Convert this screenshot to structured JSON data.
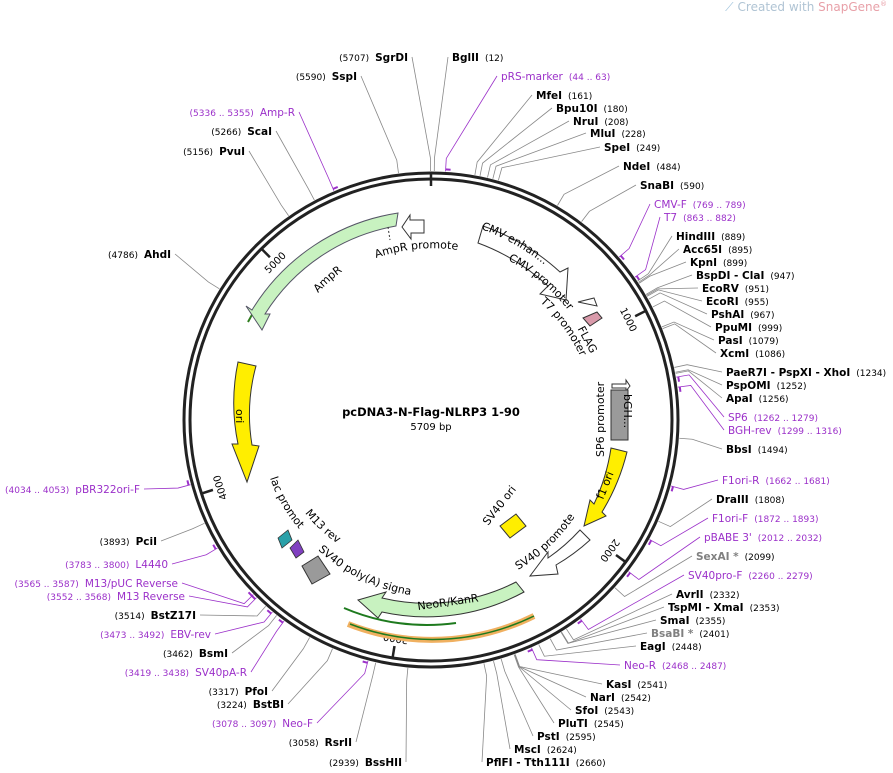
{
  "brand": {
    "prefix": "Created with ",
    "name": "SnapGene",
    "mark": "®"
  },
  "plasmid": {
    "name": "pcDNA3-N-Flag-NLRP3 1-90",
    "length_label": "5709 bp",
    "total_bp": 5709
  },
  "colors": {
    "enzyme": "#000000",
    "enzyme_gray": "#808080",
    "primer": "#9b30c9",
    "backbone": "#222222",
    "ampr_fill": "#c8f2c0",
    "ampr_line": "#2e7d1e",
    "ori_fill": "#ffee00",
    "neo_highlight": "#f0b060",
    "neo_line": "#1e7a1e",
    "promoter_fill": "#ffffff",
    "bgh_fill": "#9a9a9a",
    "sv40pa_fill": "#9a9a9a",
    "flag_fill": "#d99aaa",
    "lac_fill": "#2aa0a8",
    "m13_fill": "#8040c0"
  },
  "ticks": [
    {
      "label": "1000",
      "bp": 1000
    },
    {
      "label": "2000",
      "bp": 2000
    },
    {
      "label": "3000",
      "bp": 3000
    },
    {
      "label": "4000",
      "bp": 4000
    },
    {
      "label": "5000",
      "bp": 5000
    }
  ],
  "features": [
    {
      "label": "AmpR promoter"
    },
    {
      "label": "AmpR"
    },
    {
      "label": "ori"
    },
    {
      "label": "CMV enhan..."
    },
    {
      "label": "CMV promoter"
    },
    {
      "label": "T7 promoter"
    },
    {
      "label": "FLAG"
    },
    {
      "label": "SP6 promoter"
    },
    {
      "label": "bGH..."
    },
    {
      "label": "f1 ori"
    },
    {
      "label": "SV40 promoter"
    },
    {
      "label": "SV40 ori"
    },
    {
      "label": "NeoR/KanR"
    },
    {
      "label": "SV40 poly(A) signal"
    },
    {
      "label": "M13 rev"
    },
    {
      "label": "lac promoter"
    }
  ],
  "labels": [
    {
      "type": "enzyme",
      "name": "SgrDI",
      "pos": "(5707)",
      "bp": 5707
    },
    {
      "type": "enzyme",
      "name": "BglII",
      "pos": "(12)",
      "bp": 12
    },
    {
      "type": "primer",
      "name": "pRS-marker",
      "pos": "(44 .. 63)",
      "bp": 53
    },
    {
      "type": "enzyme",
      "name": "MfeI",
      "pos": "(161)",
      "bp": 161
    },
    {
      "type": "enzyme",
      "name": "Bpu10I",
      "pos": "(180)",
      "bp": 180
    },
    {
      "type": "enzyme",
      "name": "NruI",
      "pos": "(208)",
      "bp": 208
    },
    {
      "type": "enzyme",
      "name": "MluI",
      "pos": "(228)",
      "bp": 228
    },
    {
      "type": "enzyme",
      "name": "SpeI",
      "pos": "(249)",
      "bp": 249
    },
    {
      "type": "enzyme",
      "name": "NdeI",
      "pos": "(484)",
      "bp": 484
    },
    {
      "type": "enzyme",
      "name": "SnaBI",
      "pos": "(590)",
      "bp": 590
    },
    {
      "type": "primer",
      "name": "CMV-F",
      "pos": "(769 .. 789)",
      "bp": 779
    },
    {
      "type": "primer",
      "name": "T7",
      "pos": "(863 .. 882)",
      "bp": 872
    },
    {
      "type": "enzyme",
      "name": "HindIII",
      "pos": "(889)",
      "bp": 889
    },
    {
      "type": "enzyme",
      "name": "Acc65I",
      "pos": "(895)",
      "bp": 895
    },
    {
      "type": "enzyme",
      "name": "KpnI",
      "pos": "(899)",
      "bp": 899
    },
    {
      "type": "enzyme",
      "name": "BspDI - ClaI",
      "pos": "(947)",
      "bp": 947
    },
    {
      "type": "enzyme",
      "name": "EcoRV",
      "pos": "(951)",
      "bp": 951
    },
    {
      "type": "enzyme",
      "name": "EcoRI",
      "pos": "(955)",
      "bp": 955
    },
    {
      "type": "enzyme",
      "name": "PshAI",
      "pos": "(967)",
      "bp": 967
    },
    {
      "type": "enzyme",
      "name": "PpuMI",
      "pos": "(999)",
      "bp": 999
    },
    {
      "type": "enzyme",
      "name": "PasI",
      "pos": "(1079)",
      "bp": 1079
    },
    {
      "type": "enzyme",
      "name": "XcmI",
      "pos": "(1086)",
      "bp": 1086
    },
    {
      "type": "enzyme",
      "name": "PaeR7I - PspXI - XhoI",
      "pos": "(1234)",
      "bp": 1234
    },
    {
      "type": "enzyme",
      "name": "PspOMI",
      "pos": "(1252)",
      "bp": 1252
    },
    {
      "type": "enzyme",
      "name": "ApaI",
      "pos": "(1256)",
      "bp": 1256
    },
    {
      "type": "primer",
      "name": "SP6",
      "pos": "(1262 .. 1279)",
      "bp": 1270
    },
    {
      "type": "primer",
      "name": "BGH-rev",
      "pos": "(1299 .. 1316)",
      "bp": 1307
    },
    {
      "type": "enzyme",
      "name": "BbsI",
      "pos": "(1494)",
      "bp": 1494
    },
    {
      "type": "primer",
      "name": "F1ori-R",
      "pos": "(1662 .. 1681)",
      "bp": 1671
    },
    {
      "type": "enzyme",
      "name": "DraIII",
      "pos": "(1808)",
      "bp": 1808
    },
    {
      "type": "primer",
      "name": "F1ori-F",
      "pos": "(1872 .. 1893)",
      "bp": 1882
    },
    {
      "type": "primer",
      "name": "pBABE 3'",
      "pos": "(2012 .. 2032)",
      "bp": 2022
    },
    {
      "type": "enzyme_gray",
      "name": "SexAI *",
      "pos": "(2099)",
      "bp": 2099
    },
    {
      "type": "primer",
      "name": "SV40pro-F",
      "pos": "(2260 .. 2279)",
      "bp": 2269
    },
    {
      "type": "enzyme",
      "name": "AvrII",
      "pos": "(2332)",
      "bp": 2332
    },
    {
      "type": "enzyme",
      "name": "TspMI - XmaI",
      "pos": "(2353)",
      "bp": 2353
    },
    {
      "type": "enzyme",
      "name": "SmaI",
      "pos": "(2355)",
      "bp": 2355
    },
    {
      "type": "enzyme_gray",
      "name": "BsaBI *",
      "pos": "(2401)",
      "bp": 2401
    },
    {
      "type": "enzyme",
      "name": "EagI",
      "pos": "(2448)",
      "bp": 2448
    },
    {
      "type": "primer",
      "name": "Neo-R",
      "pos": "(2468 .. 2487)",
      "bp": 2477
    },
    {
      "type": "enzyme",
      "name": "KasI",
      "pos": "(2541)",
      "bp": 2541
    },
    {
      "type": "enzyme",
      "name": "NarI",
      "pos": "(2542)",
      "bp": 2542
    },
    {
      "type": "enzyme",
      "name": "SfoI",
      "pos": "(2543)",
      "bp": 2543
    },
    {
      "type": "enzyme",
      "name": "PluTI",
      "pos": "(2545)",
      "bp": 2545
    },
    {
      "type": "enzyme",
      "name": "PstI",
      "pos": "(2595)",
      "bp": 2595
    },
    {
      "type": "enzyme",
      "name": "MscI",
      "pos": "(2624)",
      "bp": 2624
    },
    {
      "type": "enzyme",
      "name": "PflFI - Tth111I",
      "pos": "(2660)",
      "bp": 2660
    },
    {
      "type": "enzyme",
      "name": "BssHII",
      "pos": "(2939)",
      "bp": 2939
    },
    {
      "type": "enzyme",
      "name": "RsrII",
      "pos": "(3058)",
      "bp": 3058
    },
    {
      "type": "primer",
      "name": "Neo-F",
      "pos": "(3078 .. 3097)",
      "bp": 3087
    },
    {
      "type": "enzyme",
      "name": "BstBI",
      "pos": "(3224)",
      "bp": 3224
    },
    {
      "type": "enzyme",
      "name": "PfoI",
      "pos": "(3317)",
      "bp": 3317
    },
    {
      "type": "primer",
      "name": "SV40pA-R",
      "pos": "(3419 .. 3438)",
      "bp": 3428
    },
    {
      "type": "enzyme",
      "name": "BsmI",
      "pos": "(3462)",
      "bp": 3462
    },
    {
      "type": "primer",
      "name": "EBV-rev",
      "pos": "(3473 .. 3492)",
      "bp": 3482
    },
    {
      "type": "enzyme",
      "name": "BstZ17I",
      "pos": "(3514)",
      "bp": 3514
    },
    {
      "type": "primer",
      "name": "M13 Reverse",
      "pos": "(3552 .. 3568)",
      "bp": 3560
    },
    {
      "type": "primer",
      "name": "M13/pUC Reverse",
      "pos": "(3565 .. 3587)",
      "bp": 3576
    },
    {
      "type": "primer",
      "name": "L4440",
      "pos": "(3783 .. 3800)",
      "bp": 3791
    },
    {
      "type": "enzyme",
      "name": "PciI",
      "pos": "(3893)",
      "bp": 3893
    },
    {
      "type": "primer",
      "name": "pBR322ori-F",
      "pos": "(4034 .. 4053)",
      "bp": 4043
    },
    {
      "type": "enzyme",
      "name": "AhdI",
      "pos": "(4786)",
      "bp": 4786
    },
    {
      "type": "enzyme",
      "name": "PvuI",
      "pos": "(5156)",
      "bp": 5156
    },
    {
      "type": "enzyme",
      "name": "ScaI",
      "pos": "(5266)",
      "bp": 5266
    },
    {
      "type": "primer",
      "name": "Amp-R",
      "pos": "(5336 .. 5355)",
      "bp": 5345
    },
    {
      "type": "enzyme",
      "name": "SspI",
      "pos": "(5590)",
      "bp": 5590
    }
  ]
}
